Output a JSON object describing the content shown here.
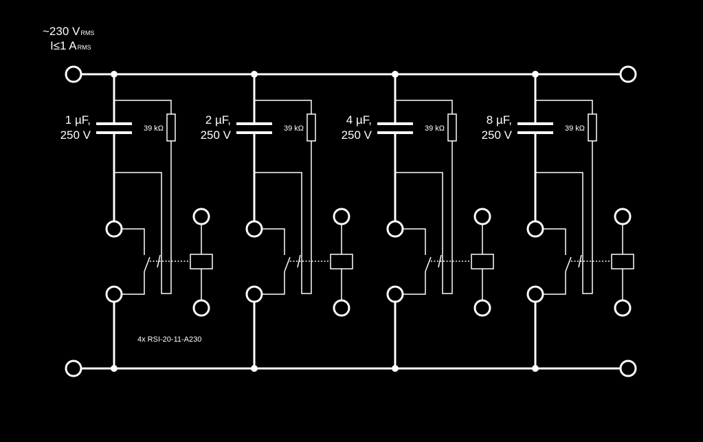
{
  "supply": {
    "voltage_main": "~230 V",
    "voltage_sub": "RMS",
    "current_main": "I≤1 A",
    "current_sub": "RMS"
  },
  "stages": [
    {
      "cap_value": "1 µF,",
      "cap_voltage": "250 V",
      "resistor": "39 kΩ"
    },
    {
      "cap_value": "2 µF,",
      "cap_voltage": "250 V",
      "resistor": "39 kΩ"
    },
    {
      "cap_value": "4 µF,",
      "cap_voltage": "250 V",
      "resistor": "39 kΩ"
    },
    {
      "cap_value": "8 µF,",
      "cap_voltage": "250 V",
      "resistor": "39 kΩ"
    }
  ],
  "relay_note": "4x RSI-20-11-A230",
  "colors": {
    "background": "#000000",
    "wire": "#ffffff"
  }
}
